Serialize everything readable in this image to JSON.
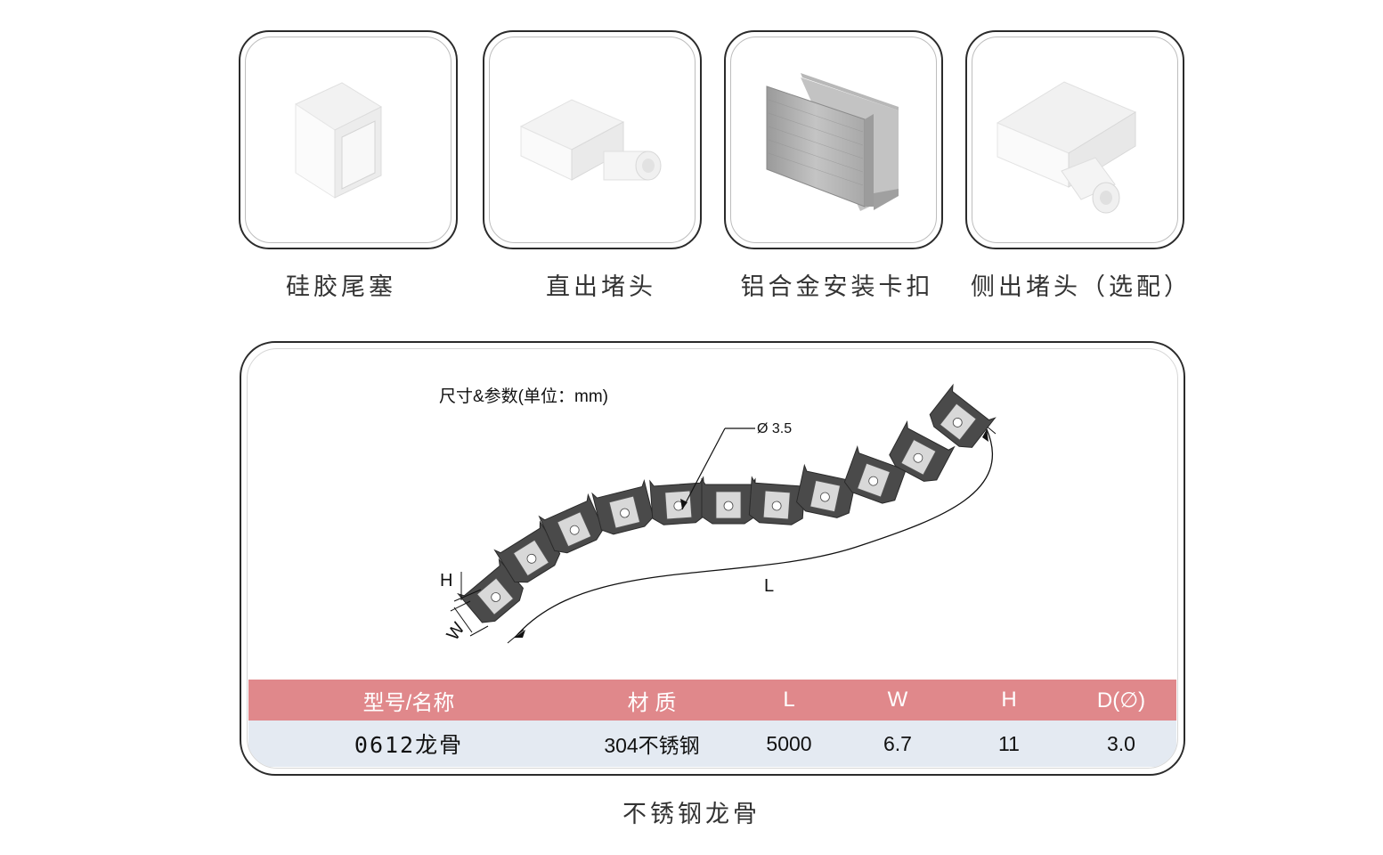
{
  "accessories": [
    {
      "label": "硅胶尾塞",
      "icon": "silicone-end-cap-icon"
    },
    {
      "label": "直出堵头",
      "icon": "straight-outlet-plug-icon"
    },
    {
      "label": "铝合金安装卡扣",
      "icon": "aluminum-mounting-clip-icon"
    },
    {
      "label": "侧出堵头（选配）",
      "icon": "side-outlet-plug-icon"
    }
  ],
  "diagram": {
    "caption": "尺寸&参数(单位：mm)",
    "diameter_label": "Ø 3.5",
    "h_label": "H",
    "w_label": "W",
    "l_label": "L"
  },
  "table": {
    "headers": [
      "型号/名称",
      "材 质",
      "L",
      "W",
      "H",
      "D(∅)"
    ],
    "row": [
      "0612龙骨",
      "304不锈钢",
      "5000",
      "6.7",
      "11",
      "3.0"
    ]
  },
  "product_title": "不锈钢龙骨",
  "colors": {
    "table_header": "#e0888b",
    "table_row": "#e4eaf2",
    "card_border": "#2b2b2b",
    "segment_fill": "#4a4a4a"
  }
}
